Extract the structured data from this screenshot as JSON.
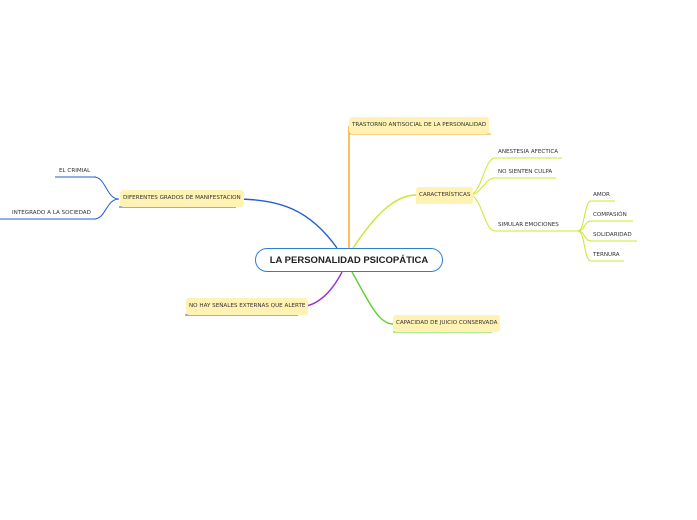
{
  "central": {
    "label": "LA PERSONALIDAD PSICOPÁTICA",
    "border_color": "#2f7fd1"
  },
  "branches": {
    "trastorno": {
      "label": "TRASTORNO ANTISOCIAL DE LA PERSONALIDAD",
      "color": "#f5a623"
    },
    "caracteristicas": {
      "label": "CARACTERÍSTICAS",
      "color": "#c9e82e",
      "children": {
        "anestesia": "ANESTESIA AFECTICA",
        "no_culpa": "NO SIENTEN CULPA",
        "simular": {
          "label": "SIMULAR EMOCIONES",
          "children": {
            "amor": "AMOR",
            "compasion": "COMPASIÓN",
            "solidaridad": "SOLIDARIDAD",
            "ternura": "TERNURA"
          }
        }
      }
    },
    "capacidad": {
      "label": "CAPACIDAD DE JUICIO CONSERVADA",
      "color": "#5fd12f"
    },
    "no_senales": {
      "label": "NO HAY SEÑALES EXTERNAS QUE ALERTE",
      "color": "#9b30d9"
    },
    "grados": {
      "label": "DIFERENTES GRADOS DE MANIFESTACION",
      "color": "#1f5fd6",
      "children": {
        "criminal": "EL CRIMIAL",
        "integrado": "INTEGRADO A LA SOCIEDAD"
      }
    }
  }
}
